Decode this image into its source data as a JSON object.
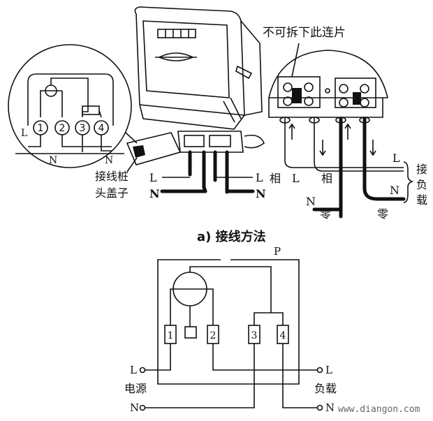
{
  "figure_a": {
    "caption": "a) 接线方法",
    "callout_no_remove": "不可拆下此连片",
    "terminal_cover_label_1": "接线桩",
    "terminal_cover_label_2": "头盖子",
    "inset_terminals": [
      "1",
      "2",
      "3",
      "4"
    ],
    "inset_L": "L",
    "inset_N1": "N",
    "inset_N2": "N",
    "left_L": "L",
    "left_N": "N",
    "right_L": "L",
    "right_N": "N",
    "xiang_1": "相",
    "xiang_L": "L",
    "xiang_2": "相",
    "load_L": "L",
    "load_N": "N",
    "load_side_label": [
      "接",
      "负",
      "载"
    ],
    "ling_N": "N",
    "ling_1": "零",
    "ling_2": "零"
  },
  "figure_b": {
    "top_label": "P",
    "terminals": [
      "1",
      "2",
      "3",
      "4"
    ],
    "left_L": "L",
    "left_N": "N",
    "right_L": "L",
    "right_N": "N",
    "source_label": "电源",
    "load_label": "负载"
  },
  "watermark": "www.diangon.com"
}
